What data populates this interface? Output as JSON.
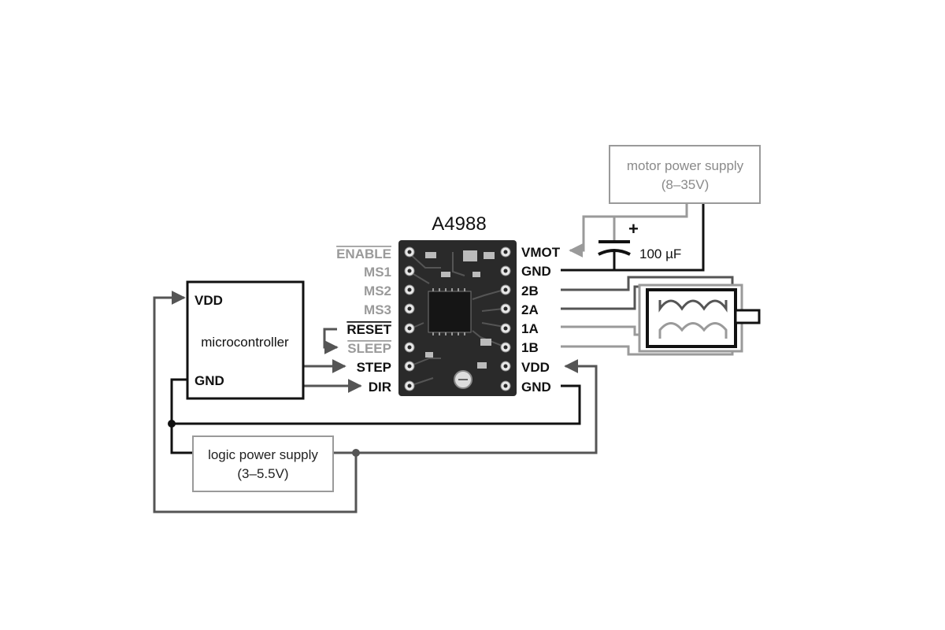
{
  "title": "A4988",
  "driver_pins_left": [
    {
      "label": "ENABLE",
      "overline": true,
      "active": false
    },
    {
      "label": "MS1",
      "overline": false,
      "active": false
    },
    {
      "label": "MS2",
      "overline": false,
      "active": false
    },
    {
      "label": "MS3",
      "overline": false,
      "active": false
    },
    {
      "label": "RESET",
      "overline": true,
      "active": true
    },
    {
      "label": "SLEEP",
      "overline": true,
      "active": false
    },
    {
      "label": "STEP",
      "overline": false,
      "active": true
    },
    {
      "label": "DIR",
      "overline": false,
      "active": true
    }
  ],
  "driver_pins_right": [
    {
      "label": "VMOT"
    },
    {
      "label": "GND"
    },
    {
      "label": "2B"
    },
    {
      "label": "2A"
    },
    {
      "label": "1A"
    },
    {
      "label": "1B"
    },
    {
      "label": "VDD"
    },
    {
      "label": "GND"
    }
  ],
  "microcontroller": {
    "name": "microcontroller",
    "pin_vdd": "VDD",
    "pin_gnd": "GND"
  },
  "motor_supply": {
    "line1": "motor power supply",
    "line2": "(8–35V)"
  },
  "logic_supply": {
    "line1": "logic power supply",
    "line2": "(3–5.5V)"
  },
  "capacitor": {
    "label": "100 µF",
    "polarity": "+"
  },
  "colors": {
    "wire_dark": "#111111",
    "wire_mid": "#555555",
    "wire_light": "#9a9a9a",
    "board": "#2a2a2a",
    "pad": "#e8e8e8"
  }
}
